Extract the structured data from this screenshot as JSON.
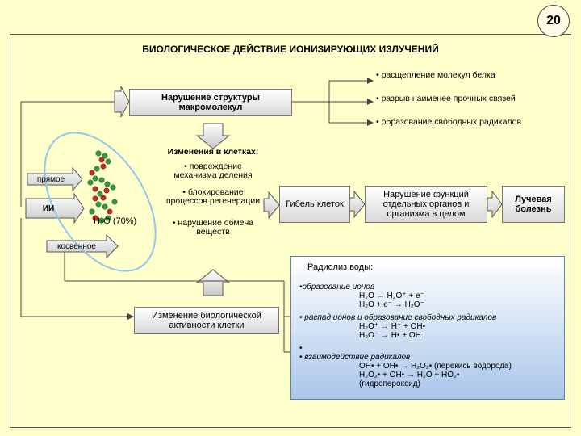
{
  "page_number": "20",
  "title": "БИОЛОГИЧЕСКОЕ ДЕЙСТВИЕ ИОНИЗИРУЮЩИХ ИЗЛУЧЕНИЙ",
  "macro_box": "Нарушение структуры макромолекул",
  "macro_effects": [
    "расщепление молекул белка",
    "разрыв наименее прочных связей",
    "образование свободных радикалов"
  ],
  "source": "ИИ",
  "direct_label": "прямое",
  "indirect_label": "косвенное",
  "water_label": "H₂O (70%)",
  "cell_changes": {
    "title": "Изменения в клетках:",
    "items": [
      "повреждение механизма деления",
      "блокирование процессов регенерации",
      "нарушение обмена веществ"
    ]
  },
  "cell_death": "Гибель клеток",
  "organ_disorder": "Нарушение функций отдельных органов и организма в целом",
  "radiation_sickness": "Лучевая болезнь",
  "activity_change": "Изменение биологической активности клетки",
  "radiolysis": {
    "title": "Радиолиз воды:",
    "s1": "образование ионов",
    "s1_eq": [
      "H₂O → H₂O⁺ + e⁻",
      "H₂O + e⁻ → H₂O⁻"
    ],
    "s2": "распад ионов и образование свободных радикалов",
    "s2_eq": [
      "H₂O⁺ → H⁺ + OH•",
      "H₂O⁻ → H• + OH⁻"
    ],
    "s3": "взаимодействие радикалов",
    "s3_eq": [
      "OH• + OH• → H₂O₂• (перекись водорода)",
      "H₂O₂• + OH• → H₂O + HO₂•",
      "(гидропероксид)"
    ]
  },
  "colors": {
    "bead_green": "#2e9a3c",
    "bead_red": "#c8281e",
    "ellipse": "#8fc8ea",
    "radiolysis_border": "#5b83b5"
  }
}
